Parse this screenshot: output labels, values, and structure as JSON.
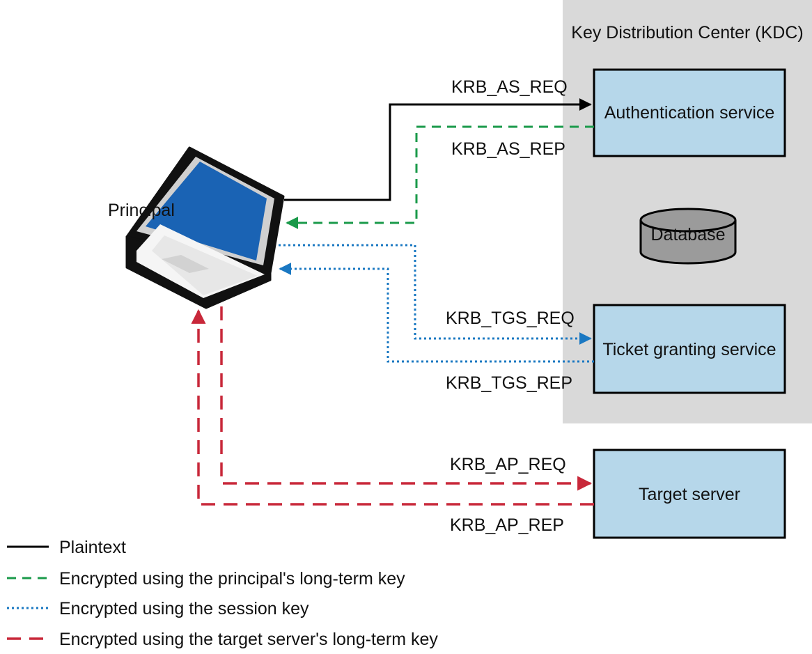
{
  "kdc": {
    "title": "Key Distribution Center (KDC)"
  },
  "nodes": {
    "authentication_service": "Authentication service",
    "database": "Database",
    "ticket_granting_service": "Ticket granting service",
    "target_server": "Target server",
    "principal": "Principal"
  },
  "messages": {
    "as_req": "KRB_AS_REQ",
    "as_rep": "KRB_AS_REP",
    "tgs_req": "KRB_TGS_REQ",
    "tgs_rep": "KRB_TGS_REP",
    "ap_req": "KRB_AP_REQ",
    "ap_rep": "KRB_AP_REP"
  },
  "legend": [
    {
      "style": "solid",
      "color": "#000000",
      "label": "Plaintext"
    },
    {
      "style": "dashed",
      "color": "#1a9a4a",
      "label": "Encrypted using the principal's long-term key"
    },
    {
      "style": "dotted",
      "color": "#1a78c2",
      "label": "Encrypted using the session key"
    },
    {
      "style": "dashed-long",
      "color": "#c8283a",
      "label": "Encrypted using the target server's long-term key"
    }
  ],
  "colors": {
    "kdc_background": "#d9d9d9",
    "box_fill": "#b6d7ea",
    "database_fill": "#9b9b9b",
    "screen_blue": "#1a63b4",
    "plaintext": "#000000",
    "principal_key": "#1a9a4a",
    "session_key": "#1a78c2",
    "target_key": "#c8283a"
  }
}
